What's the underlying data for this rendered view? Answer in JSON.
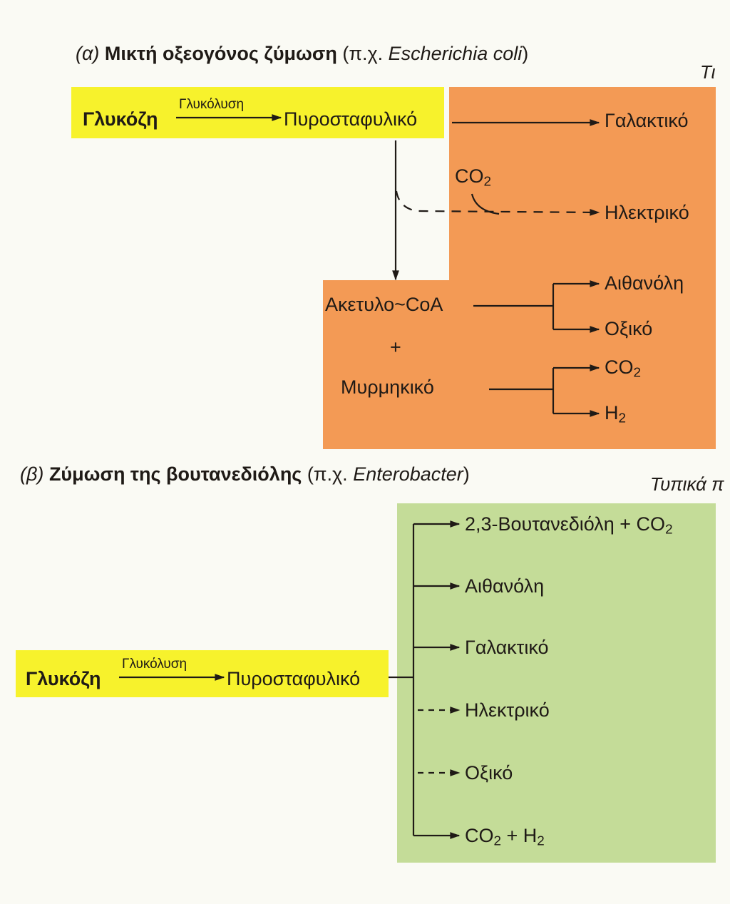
{
  "colors": {
    "page_bg": "#fafaf4",
    "yellow_box": "#f7f22c",
    "orange_panel": "#f39a55",
    "green_panel": "#c4dc98",
    "line": "#1f1a16"
  },
  "panel_a": {
    "letter": "(α)",
    "title": "Μικτή οξεογόνος ζύμωση",
    "example_prefix": "(π.χ.",
    "example_organism": "Escherichia coli",
    "example_suffix": ")",
    "corner_cutoff": "Τι",
    "start": "Γλυκόζη",
    "pathway": "Γλυκόλυση",
    "intermediate": "Πυροσταφυλικό",
    "co2_label": "CO",
    "co2_sub": "2",
    "acetyl": "Ακετυλο~CoA",
    "plus": "+",
    "formate": "Μυρμηκικό",
    "products": {
      "lactate": "Γαλακτικό",
      "succinate": "Ηλεκτρικό",
      "ethanol": "Αιθανόλη",
      "acetate": "Οξικό",
      "co2": "CO",
      "co2_sub": "2",
      "h2": "H",
      "h2_sub": "2"
    }
  },
  "panel_b": {
    "letter": "(β)",
    "title": "Ζύμωση της βουτανεδιόλης",
    "example_prefix": "(π.χ.",
    "example_organism": "Enterobacter",
    "example_suffix": ")",
    "corner_cutoff": "Τυπικά π",
    "start": "Γλυκόζη",
    "pathway": "Γλυκόλυση",
    "intermediate": "Πυροσταφυλικό",
    "products": {
      "butanediol": "2,3-Βουτανεδιόλη + CO",
      "butanediol_sub": "2",
      "ethanol": "Αιθανόλη",
      "lactate": "Γαλακτικό",
      "succinate": "Ηλεκτρικό",
      "acetate": "Οξικό",
      "co2h2_a": "CO",
      "co2h2_sub1": "2",
      "co2h2_b": " + H",
      "co2h2_sub2": "2"
    }
  }
}
